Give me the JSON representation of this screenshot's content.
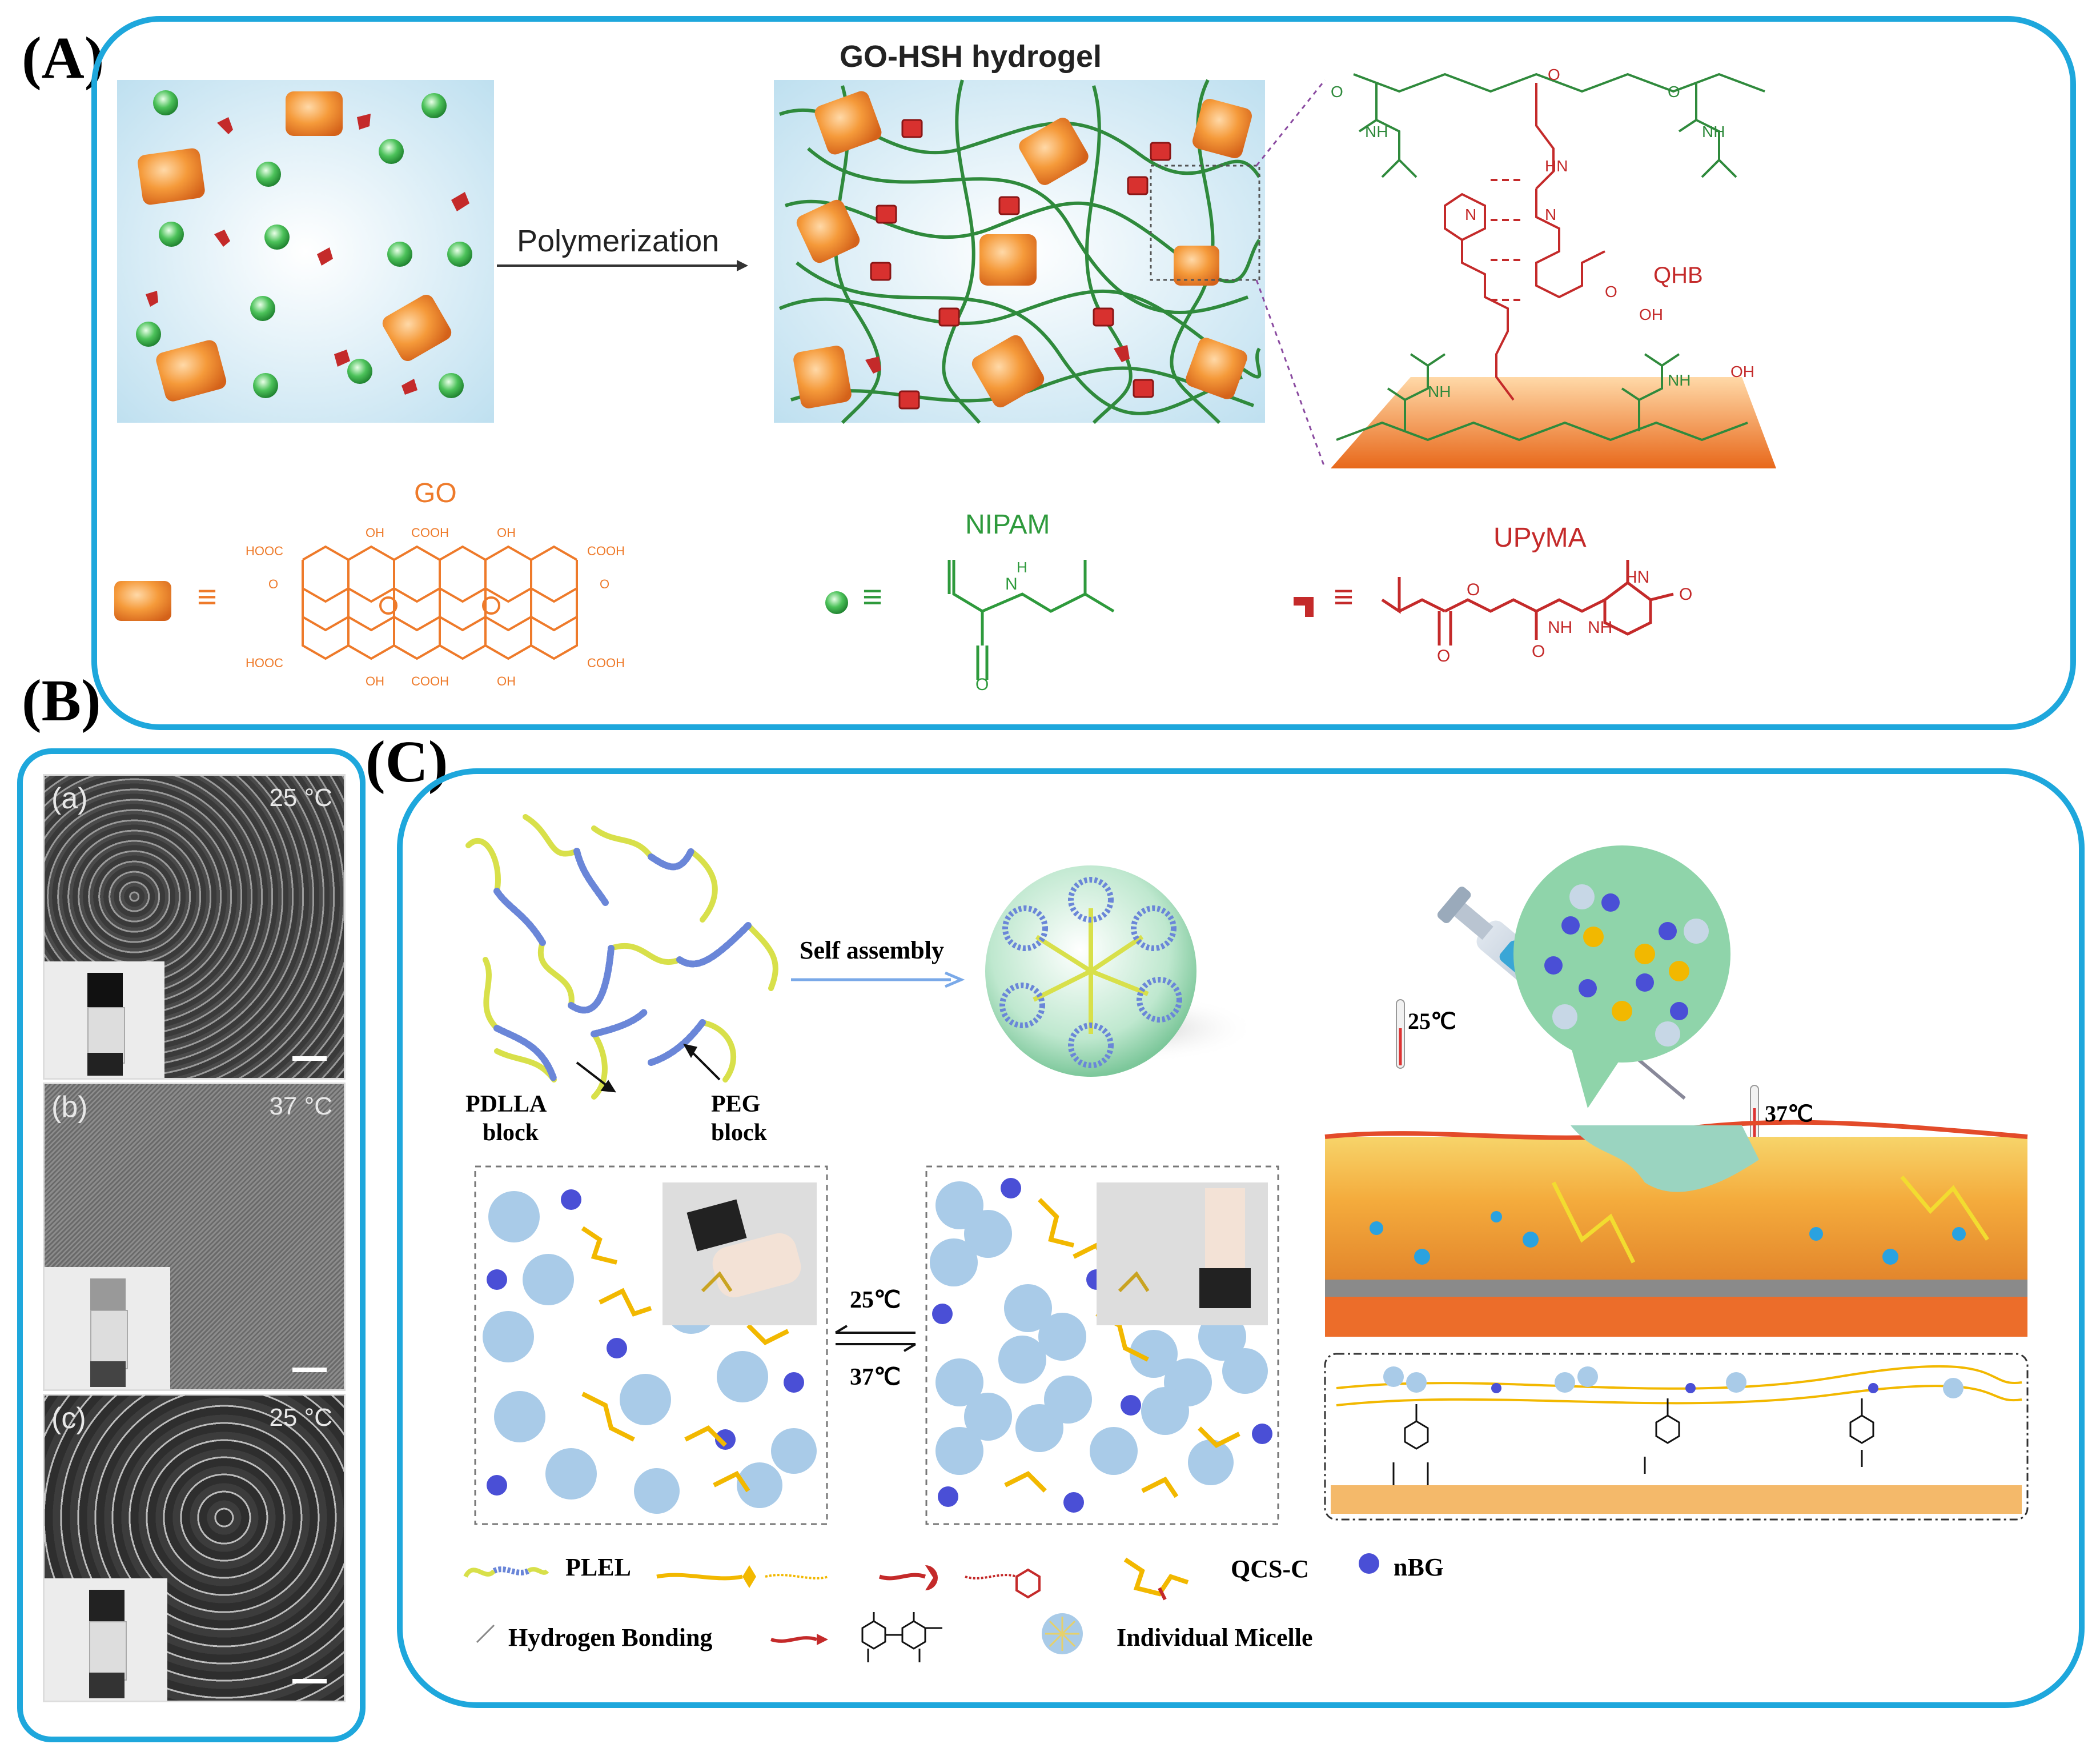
{
  "panels": {
    "a": "(A)",
    "b": "(B)",
    "c": "(C)"
  },
  "panel_a": {
    "title": "GO-HSH hydrogel",
    "arrow_label": "Polymerization",
    "qhb_label": "QHB",
    "nh_label": "NH",
    "o_label": "O",
    "n_label": "N",
    "oh_label": "OH",
    "hn_label": "HN",
    "go_name": "GO",
    "nipam_name": "NIPAM",
    "upyma_name": "UPyMA",
    "equiv": "≡",
    "hooc": "HOOC",
    "cooh": "COOH",
    "h_label": "H"
  },
  "panel_b": {
    "a_tag": "(a)",
    "a_temp": "25 °C",
    "b_tag": "(b)",
    "b_temp": "37 °C",
    "c_tag": "(c)",
    "c_temp": "25 °C"
  },
  "panel_c": {
    "self_assembly": "Self assembly",
    "pdlla_1": "PDLLA",
    "pdlla_2": "block",
    "peg_1": "PEG",
    "peg_2": "block",
    "temp_25": "25℃",
    "temp_37": "37℃",
    "syringe_temp": "25℃",
    "skin_temp": "37℃",
    "legend_plel": "PLEL",
    "legend_qcsc": "QCS-C",
    "legend_nbg": "nBG",
    "legend_hbond": "Hydrogen Bonding",
    "legend_micelle": "Individual Micelle"
  },
  "colors": {
    "frame": "#1ea7dc",
    "go": "#ee7a2a",
    "nipam": "#2e9a3c",
    "upyma": "#c42a2a",
    "polymer": "#2f8a3c",
    "micelle": "#a9cbe8",
    "nbg": "#4a4fd6",
    "qcs": "#f2b800"
  }
}
